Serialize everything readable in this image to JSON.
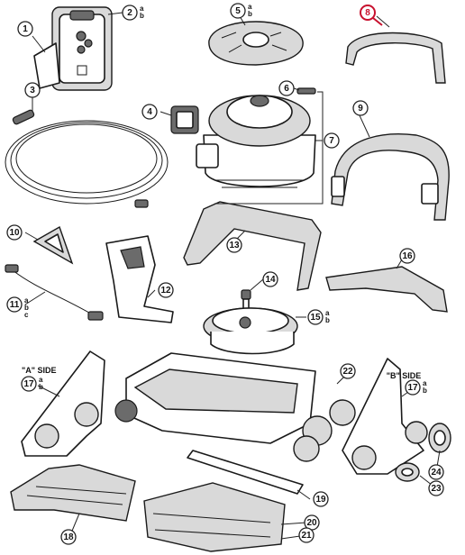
{
  "side_labels": {
    "a_side": "\"A\" SIDE",
    "b_side": "\"B\" SIDE"
  },
  "callouts": [
    {
      "id": "1",
      "subs": ""
    },
    {
      "id": "2",
      "subs": "a b"
    },
    {
      "id": "3",
      "subs": ""
    },
    {
      "id": "4",
      "subs": ""
    },
    {
      "id": "5",
      "subs": "a b"
    },
    {
      "id": "6",
      "subs": ""
    },
    {
      "id": "7",
      "subs": ""
    },
    {
      "id": "8",
      "subs": ""
    },
    {
      "id": "9",
      "subs": ""
    },
    {
      "id": "10",
      "subs": ""
    },
    {
      "id": "11",
      "subs": "a b c"
    },
    {
      "id": "12",
      "subs": ""
    },
    {
      "id": "13",
      "subs": ""
    },
    {
      "id": "14",
      "subs": ""
    },
    {
      "id": "15",
      "subs": "a b"
    },
    {
      "id": "16",
      "subs": ""
    },
    {
      "id": "17",
      "subs": "a b"
    },
    {
      "id": "17",
      "subs": "a b"
    },
    {
      "id": "18",
      "subs": ""
    },
    {
      "id": "19",
      "subs": ""
    },
    {
      "id": "20",
      "subs": ""
    },
    {
      "id": "21",
      "subs": ""
    },
    {
      "id": "22",
      "subs": ""
    },
    {
      "id": "23",
      "subs": ""
    },
    {
      "id": "24",
      "subs": ""
    }
  ],
  "highlight": {
    "callout_id": "8",
    "color": "#c8102e"
  }
}
